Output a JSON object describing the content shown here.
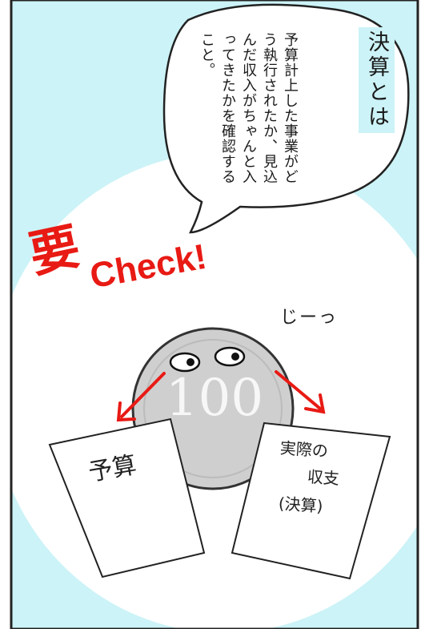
{
  "speech": {
    "title": "決算とは",
    "body": "予算計上した事業がどう執行されたか、見込んだ収入がちゃんと入ってきたかを確認すること。"
  },
  "sfx": {
    "kanji": "要",
    "check": "Check!",
    "stare": "じーっ"
  },
  "coin": {
    "value": "100"
  },
  "papers": {
    "left": "予算",
    "right_line1": "実際の",
    "right_line2": "収支",
    "right_line3": "(決算)"
  },
  "colors": {
    "sky": "#ccf3f7",
    "accent_red": "#e81a14",
    "coin": "#cfcfcf"
  }
}
